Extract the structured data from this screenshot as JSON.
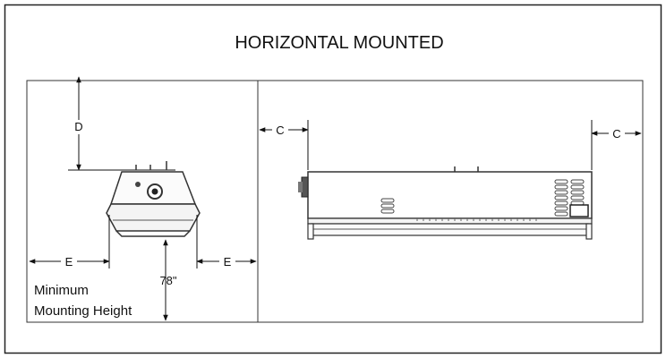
{
  "title": "HORIZONTAL MOUNTED",
  "dimensions": {
    "d": "D",
    "c_left": "C",
    "c_right": "C",
    "e_left": "E",
    "e_right": "E",
    "height": "78\""
  },
  "note": {
    "line1": "Minimum",
    "line2": "Mounting Height"
  }
}
